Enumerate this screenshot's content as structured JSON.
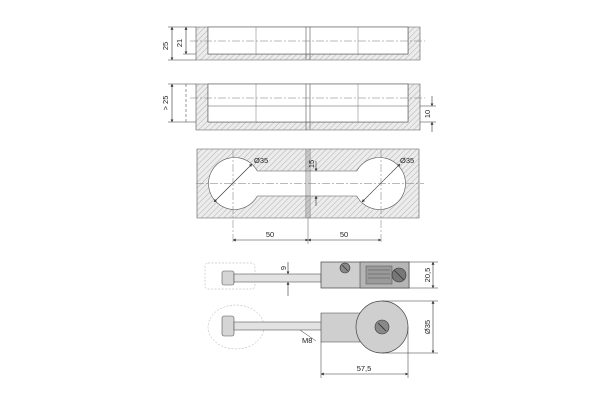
{
  "drawing": {
    "colors": {
      "background": "#ffffff",
      "line": "#333333",
      "hatch": "#9a9a9a",
      "hatch_fill": "#e9e9e9",
      "part_fill": "#d9d9d9",
      "part_dark": "#8c8c8c"
    },
    "top_section": {
      "height_outer": "25",
      "height_inner": "21"
    },
    "middle_section": {
      "height_outer": "> 25",
      "height_side": "10"
    },
    "plan_view": {
      "diameter_left": "Ø35",
      "diameter_right": "Ø35",
      "slot_width": "15",
      "distance_left": "50",
      "distance_right": "50"
    },
    "side_view": {
      "offset_label": "9",
      "height_label": "20,5"
    },
    "front_view": {
      "thread_label": "M8",
      "diameter_label": "Ø35",
      "length_label": "57,5"
    }
  }
}
